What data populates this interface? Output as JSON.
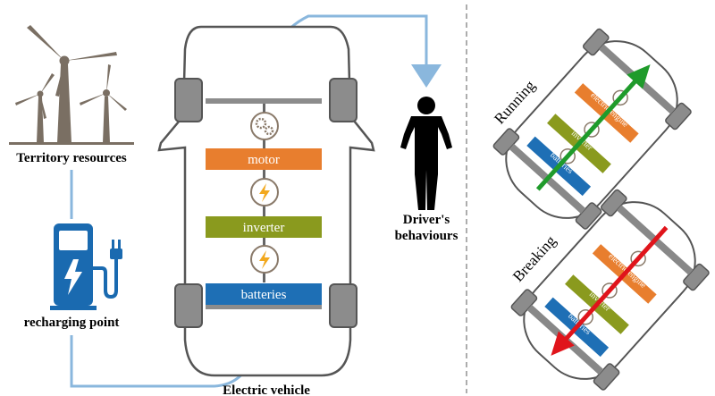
{
  "labels": {
    "territory": "Territory resources",
    "recharging": "recharging point",
    "vehicle": "Electric vehicle",
    "driver_line1": "Driver's",
    "driver_line2": "behaviours"
  },
  "components": {
    "motor": "motor",
    "inverter": "inverter",
    "batteries": "batteries",
    "electric_engine": "electric engine"
  },
  "states": {
    "running": "Running",
    "breaking": "Breaking"
  },
  "icons": [
    "wind-turbine-icon",
    "charging-station-icon",
    "gear-icon",
    "lightning-icon",
    "driver-icon",
    "arrow-icon"
  ],
  "colors": {
    "motor": "#e87e2e",
    "inverter": "#8a9a1e",
    "batteries": "#1e6fb5",
    "flow_line": "#8ab7dd",
    "running_arrow": "#1f9b2b",
    "breaking_arrow": "#e0141b",
    "charger": "#1a6ab0"
  }
}
